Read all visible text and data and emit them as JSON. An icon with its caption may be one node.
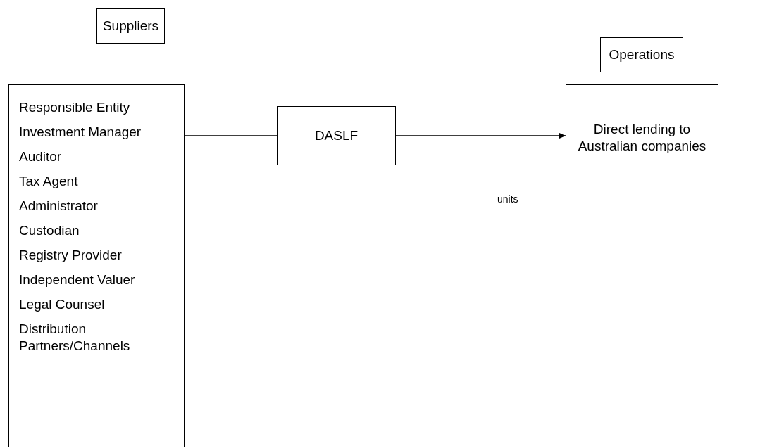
{
  "diagram": {
    "nodes": [
      {
        "text": [
          "Suppliers"
        ]
      },
      {
        "text": [
          "Responsible Entity",
          "Investment Manager",
          "Auditor",
          "Tax Agent",
          "Administrator",
          "Custodian",
          "Registry Provider",
          "Independent Valuer",
          "Legal Counsel",
          "Distribution Partners/Channels"
        ]
      },
      {
        "text": [
          "DASLF"
        ]
      },
      {
        "text": [
          "Operations"
        ]
      },
      {
        "text": [
          "Direct lending to Australian companies"
        ]
      }
    ],
    "edges": [
      {
        "from": 1,
        "to": 2,
        "arrow": "none"
      },
      {
        "from": 2,
        "to": 4,
        "arrow": "to"
      }
    ],
    "labels": [
      "units"
    ]
  }
}
